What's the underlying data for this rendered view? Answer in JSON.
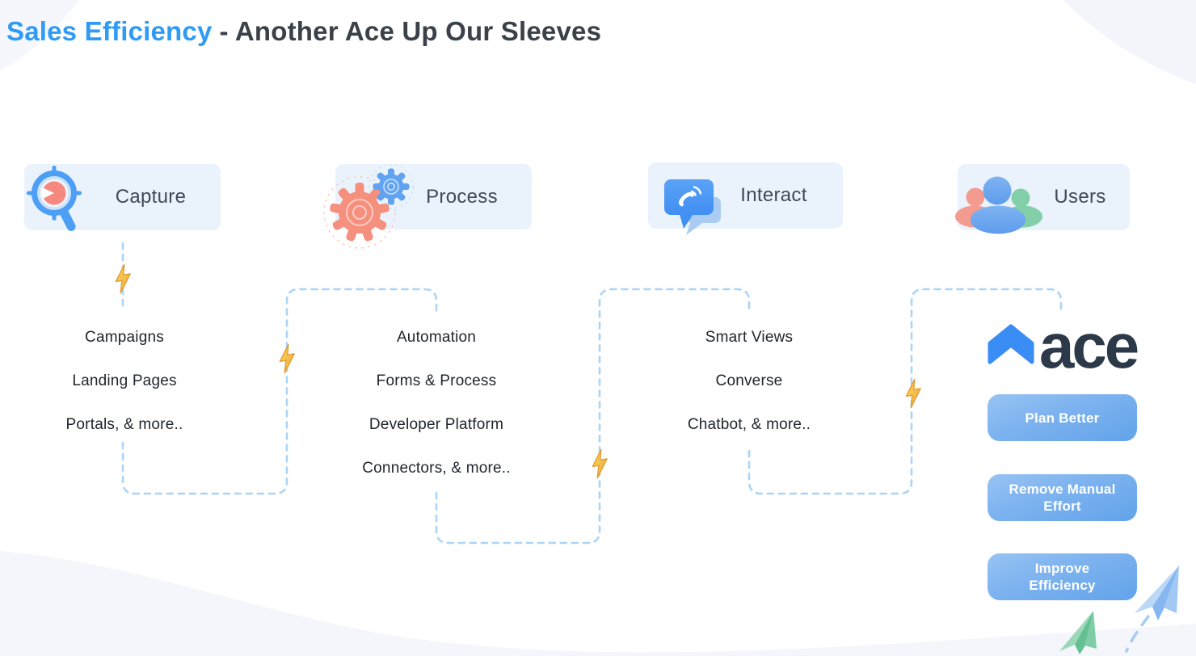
{
  "title": {
    "highlight": "Sales Efficiency",
    "rest": "- Another Ace Up Our Sleeves"
  },
  "stages": [
    {
      "label": "Capture",
      "icon": "magnifier-pie-icon",
      "items": [
        "Campaigns",
        "Landing Pages",
        "Portals, & more.."
      ]
    },
    {
      "label": "Process",
      "icon": "gears-icon",
      "items": [
        "Automation",
        "Forms & Process",
        "Developer Platform",
        "Connectors, & more.."
      ]
    },
    {
      "label": "Interact",
      "icon": "chat-phone-icon",
      "items": [
        "Smart Views",
        "Converse",
        "Chatbot, & more.."
      ]
    },
    {
      "label": "Users",
      "icon": "team-users-icon",
      "items": []
    }
  ],
  "brand": {
    "logo_text": "ace",
    "logo_icon": "ace-chevron-icon"
  },
  "benefits": [
    "Plan Better",
    "Remove Manual Effort",
    "Improve Efficiency"
  ],
  "decor": {
    "connector_icon": "lightning-bolt-icon",
    "plane_icons": [
      "paper-plane-green-icon",
      "paper-plane-blue-icon"
    ]
  },
  "colors": {
    "accent_blue": "#2F9BF4",
    "title_dark": "#3A4148",
    "card_bg": "#EAF3FC",
    "card_label": "#3E4A5A",
    "list_text": "#21262D",
    "dash_blue": "#ABD4F6",
    "bolt_gold": "#F6C350",
    "button_gradient_start": "#97C3F3",
    "button_gradient_end": "#62A3EA",
    "logo_navy": "#2C3948",
    "logo_blue": "#3A8DF4",
    "salmon": "#F5907E",
    "green": "#83CFA9",
    "bg_wave": "#F5F6FB"
  }
}
